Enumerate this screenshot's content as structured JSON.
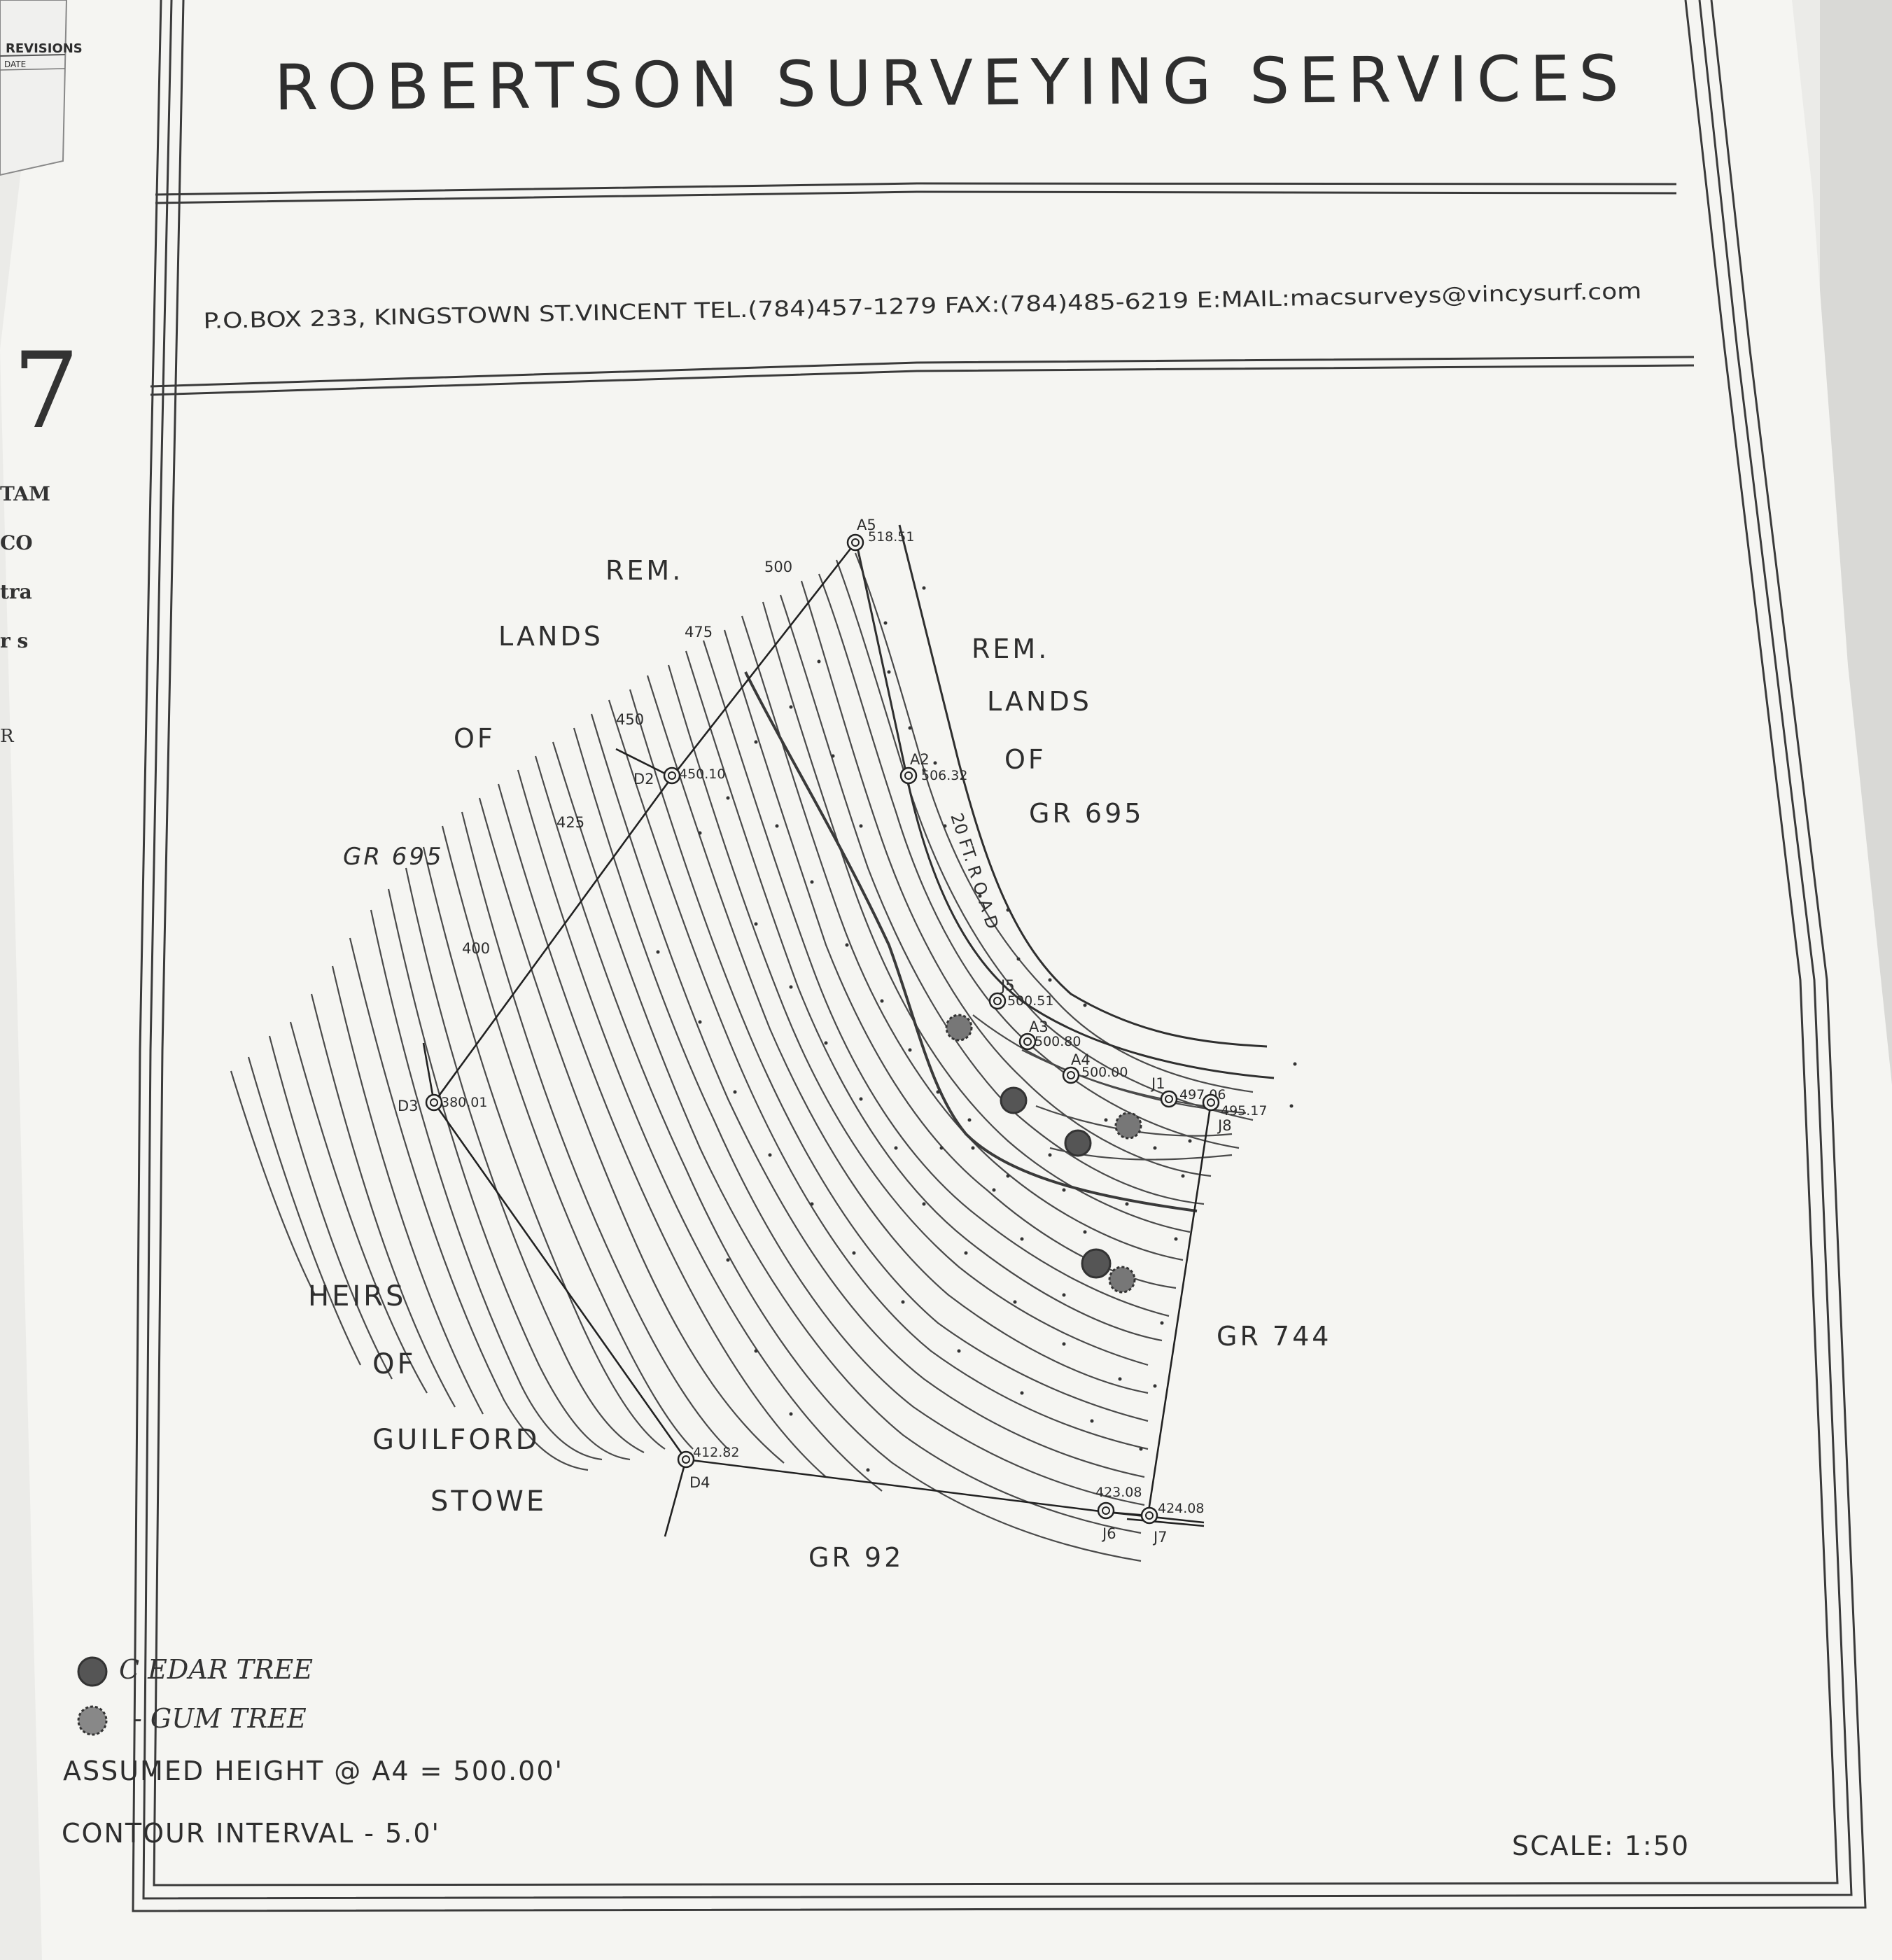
{
  "header": {
    "company": "ROBERTSON SURVEYING SERVICES",
    "address": "P.O.BOX 233, KINGSTOWN ST.VINCENT TEL.(784)457-1279 FAX:(784)485-6219 E:MAIL:macsurveys@vincysurf.com"
  },
  "corner_sheet": {
    "revisions": "REVISIONS",
    "date": "DATE"
  },
  "underlying_sheet": {
    "fragments": [
      "TAM",
      "CO",
      "tra",
      "r s",
      "R"
    ]
  },
  "boundary_labels": {
    "north_west": [
      "REM.",
      "LANDS",
      "OF"
    ],
    "north_west_gr": "GR 695",
    "north_east": [
      "REM.",
      "LANDS",
      "OF",
      "GR 695"
    ],
    "east_gr": "GR 744",
    "south_gr": "GR 92",
    "south_west": [
      "HEIRS",
      "OF",
      "GUILFORD",
      "STOWE"
    ]
  },
  "road_label": "20 FT. R O A D",
  "contour_labels": [
    "500",
    "475",
    "450",
    "425",
    "400"
  ],
  "stations": [
    {
      "id": "A5",
      "elev": "518.51"
    },
    {
      "id": "A2",
      "elev": "506.32"
    },
    {
      "id": "D2",
      "elev": "450.10"
    },
    {
      "id": "D3",
      "elev": "380.01"
    },
    {
      "id": "J5",
      "elev": "500.51"
    },
    {
      "id": "A3",
      "elev": "500.80"
    },
    {
      "id": "A4",
      "elev": "500.00"
    },
    {
      "id": "J1",
      "elev": "497.06"
    },
    {
      "id": "J8",
      "elev": "495.17"
    },
    {
      "id": "D4",
      "elev": "412.82"
    },
    {
      "id": "J6",
      "elev": "423.08"
    },
    {
      "id": "J7",
      "elev": "424.08"
    }
  ],
  "legend": {
    "cedar": "C EDAR  TREE",
    "gum": "- GUM  TREE",
    "assumed_height": "ASSUMED HEIGHT @ A4 = 500.00'",
    "contour_interval": "CONTOUR INTERVAL - 5.0'"
  },
  "scale": "SCALE: 1:50",
  "colors": {
    "paper": "#f4f4f1",
    "ink": "#2e2e2e",
    "background": "#d9d9d6"
  }
}
